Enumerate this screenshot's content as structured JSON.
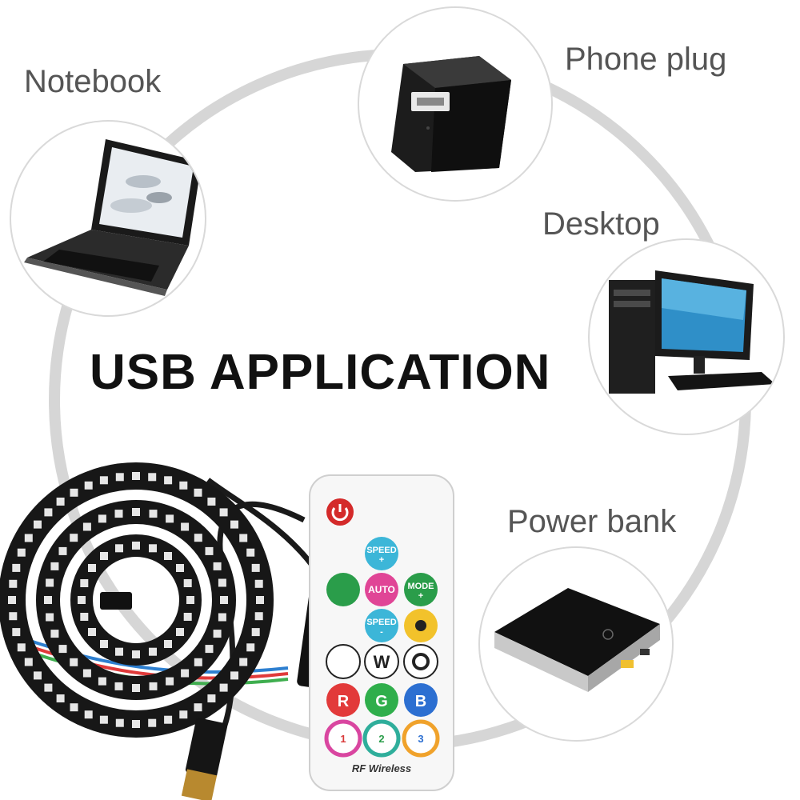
{
  "title": "USB APPLICATION",
  "devices": {
    "notebook": "Notebook",
    "phone_plug": "Phone plug",
    "desktop": "Desktop",
    "power_bank": "Power bank"
  },
  "remote": {
    "buttons": {
      "speed_up": "SPEED",
      "auto": "AUTO",
      "mode_up": "MODE",
      "speed_down": "SPEED",
      "w": "W",
      "r": "R",
      "g": "G",
      "b": "B",
      "scene_1": "1",
      "scene_2": "2",
      "scene_3": "3"
    },
    "brand": "RF Wireless"
  },
  "colors": {
    "ring": "#d9d9d9",
    "label": "#555555",
    "title": "#111111"
  }
}
